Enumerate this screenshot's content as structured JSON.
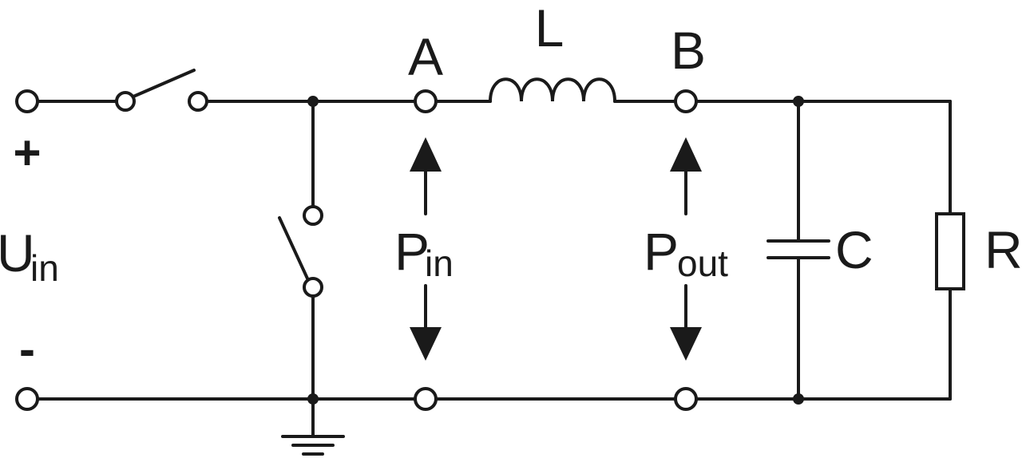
{
  "labels": {
    "node_a": "A",
    "node_b": "B",
    "inductor": "L",
    "capacitor": "C",
    "resistor": "R",
    "plus": "+",
    "minus": "-",
    "u_main": "U",
    "u_sub": "in",
    "pin_main": "P",
    "pin_sub": "in",
    "pout_main": "P",
    "pout_sub": "out"
  },
  "colors": {
    "line": "#1a1a1a",
    "background": "#ffffff"
  }
}
